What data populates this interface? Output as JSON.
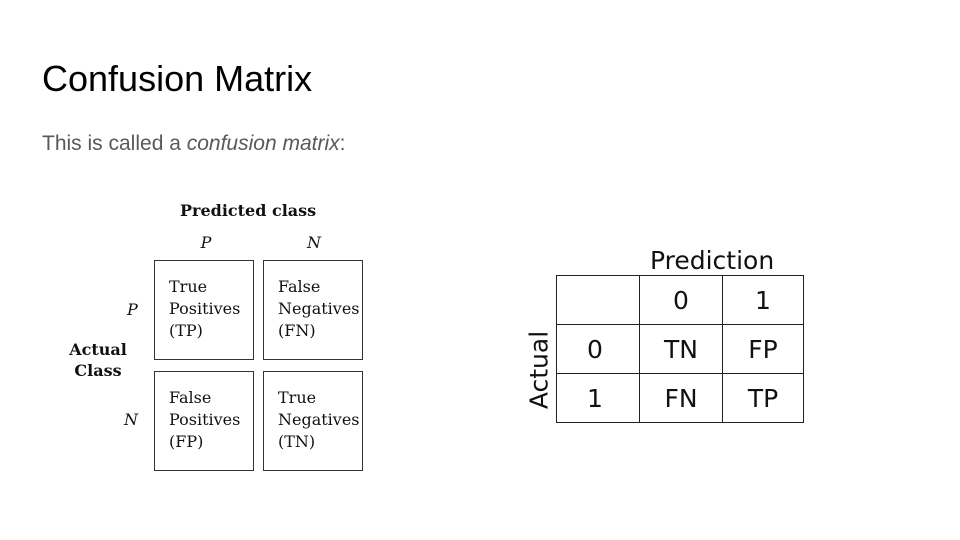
{
  "slide": {
    "title": "Confusion Matrix",
    "body_prefix": "This is called a ",
    "body_emphasis": "confusion matrix",
    "body_suffix": ":"
  },
  "left_matrix": {
    "title": "Predicted class",
    "col_headers": [
      "P",
      "N"
    ],
    "row_headers": [
      "P",
      "N"
    ],
    "row_title_line1": "Actual",
    "row_title_line2": "Class",
    "cells": [
      [
        {
          "lines": [
            "True",
            "Positives",
            "(TP)"
          ]
        },
        {
          "lines": [
            "False",
            "Negatives",
            "(FN)"
          ]
        }
      ],
      [
        {
          "lines": [
            "False",
            "Positives",
            "(FP)"
          ]
        },
        {
          "lines": [
            "True",
            "Negatives",
            "(TN)"
          ]
        }
      ]
    ]
  },
  "right_matrix": {
    "col_title": "Prediction",
    "row_title": "Actual",
    "col_headers": [
      "",
      "0",
      "1"
    ],
    "rows": [
      [
        "0",
        "TN",
        "FP"
      ],
      [
        "1",
        "FN",
        "TP"
      ]
    ]
  }
}
